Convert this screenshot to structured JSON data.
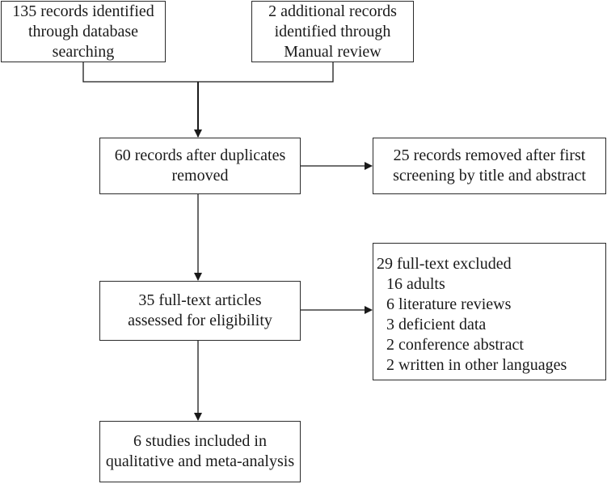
{
  "boxes": {
    "database": [
      "135 records identified",
      "through database",
      "searching"
    ],
    "manual": [
      "2 additional records",
      "identified through",
      "Manual review"
    ],
    "after_duplicates": [
      "60 records after duplicates",
      "removed"
    ],
    "first_screening": [
      "25 records removed after first",
      "screening by title and abstract"
    ],
    "full_text": [
      "35 full-text articles",
      "assessed for eligibility"
    ],
    "excluded": {
      "title": "29 full-text excluded",
      "items": [
        "16 adults",
        "6 literature reviews",
        "3 deficient data",
        "2 conference abstract",
        "2 written in other languages"
      ]
    },
    "included": [
      "6 studies included in",
      "qualitative and meta-analysis"
    ]
  }
}
